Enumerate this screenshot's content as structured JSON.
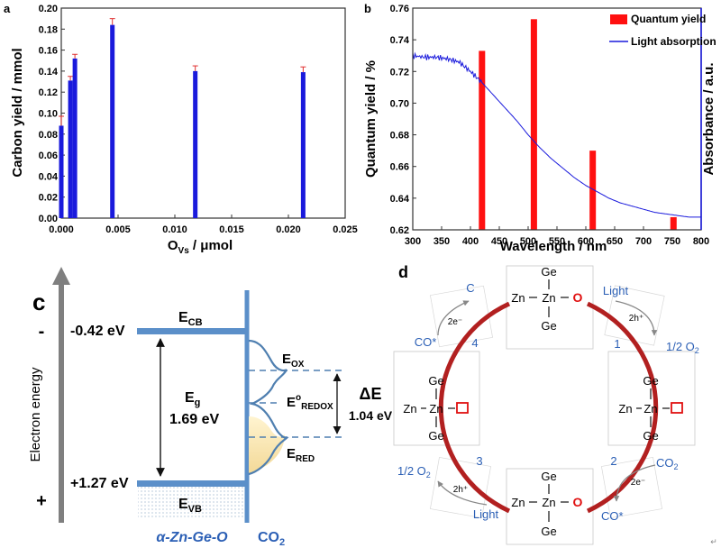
{
  "chart_data": [
    {
      "panel": "a",
      "type": "bar",
      "xlabel_main": "O",
      "xlabel_sub": "Vs",
      "xlabel_tail": " / μmol",
      "ylabel": "Carbon yield / mmol",
      "xlim": [
        0.0,
        0.025
      ],
      "ylim": [
        0.0,
        0.2
      ],
      "x_ticks": [
        0.0,
        0.005,
        0.01,
        0.015,
        0.02,
        0.025
      ],
      "x_tick_labels": [
        "0.000",
        "0.005",
        "0.010",
        "0.015",
        "0.020",
        "0.025"
      ],
      "y_ticks": [
        0.0,
        0.02,
        0.04,
        0.06,
        0.08,
        0.1,
        0.12,
        0.14,
        0.16,
        0.18,
        0.2
      ],
      "y_tick_labels": [
        "0.00",
        "0.02",
        "0.04",
        "0.06",
        "0.08",
        "0.10",
        "0.12",
        "0.14",
        "0.16",
        "0.18",
        "0.20"
      ],
      "points": [
        {
          "x": 0.0,
          "y": 0.088,
          "err": 0.009
        },
        {
          "x": 0.0008,
          "y": 0.131,
          "err": 0.004
        },
        {
          "x": 0.0012,
          "y": 0.152,
          "err": 0.004
        },
        {
          "x": 0.0045,
          "y": 0.184,
          "err": 0.006
        },
        {
          "x": 0.0118,
          "y": 0.14,
          "err": 0.005
        },
        {
          "x": 0.0213,
          "y": 0.139,
          "err": 0.005
        }
      ],
      "bar_color": "#1a1adc",
      "error_color": "#e03030"
    },
    {
      "panel": "b",
      "type": "bar",
      "xlabel": "Wavelength / nm",
      "ylabel_left": "Quantum yield / %",
      "ylabel_right": "Absorbance / a.u.",
      "xlim": [
        300,
        800
      ],
      "ylim": [
        0.62,
        0.76
      ],
      "x_ticks": [
        300,
        350,
        400,
        450,
        500,
        550,
        600,
        650,
        700,
        750,
        800
      ],
      "x_tick_labels": [
        "300",
        "350",
        "400",
        "450",
        "500",
        "550",
        "600",
        "650",
        "700",
        "750",
        "800"
      ],
      "y_ticks": [
        0.62,
        0.64,
        0.66,
        0.68,
        0.7,
        0.72,
        0.74,
        0.76
      ],
      "y_tick_labels": [
        "0.62",
        "0.64",
        "0.66",
        "0.68",
        "0.70",
        "0.72",
        "0.74",
        "0.76"
      ],
      "series": [
        {
          "name": "Quantum yield",
          "type": "bar",
          "color": "#ff1010",
          "x": [
            420,
            510,
            612,
            752
          ],
          "values": [
            0.733,
            0.753,
            0.67,
            0.628
          ]
        },
        {
          "name": "Light absorption",
          "type": "line",
          "color": "#1a1adc",
          "x": [
            300,
            320,
            340,
            360,
            380,
            400,
            420,
            440,
            460,
            480,
            500,
            520,
            540,
            560,
            580,
            600,
            620,
            640,
            660,
            680,
            700,
            720,
            740,
            760,
            780,
            800
          ],
          "values": [
            0.73,
            0.729,
            0.729,
            0.728,
            0.726,
            0.72,
            0.713,
            0.705,
            0.697,
            0.689,
            0.68,
            0.672,
            0.665,
            0.659,
            0.653,
            0.648,
            0.644,
            0.64,
            0.637,
            0.635,
            0.633,
            0.631,
            0.63,
            0.629,
            0.628,
            0.628
          ]
        }
      ],
      "legend_position": "top-right"
    }
  ],
  "panel_labels": {
    "a": "a",
    "b": "b",
    "c": "c",
    "d": "d"
  },
  "panel_c": {
    "axis_label": "Electron energy",
    "minus_sign": "-",
    "plus_sign": "+",
    "cb_energy": "-0.42 eV",
    "vb_energy": "+1.27 eV",
    "ecb_main": "E",
    "ecb_sub": "CB",
    "evb_main": "E",
    "evb_sub": "VB",
    "eg_main": "E",
    "eg_sub": "g",
    "eg_value": "1.69 eV",
    "eox_main": "E",
    "eox_sub": "OX",
    "eredox_main": "E",
    "eredox_sup": "o",
    "eredox_sub": "REDOX",
    "ered_main": "E",
    "ered_sub": "RED",
    "delta_e": "ΔE",
    "delta_e_value": "1.04 eV",
    "material": "α-Zn-Ge-O",
    "co2_main": "CO",
    "co2_sub": "2"
  },
  "panel_d": {
    "zn": "Zn",
    "ge": "Ge",
    "o": "O",
    "dash": "—",
    "steps": {
      "s1": "1",
      "s2": "2",
      "s3": "3",
      "s4": "4"
    },
    "light": "Light",
    "hole2": "2h⁺",
    "elec2": "2e⁻",
    "half_o2_main": "1/2 O",
    "half_o2_sub": "2",
    "co2_main": "CO",
    "co2_sub": "2",
    "co_star": "CO*",
    "carbon": "C"
  },
  "footer_mark": "↵"
}
